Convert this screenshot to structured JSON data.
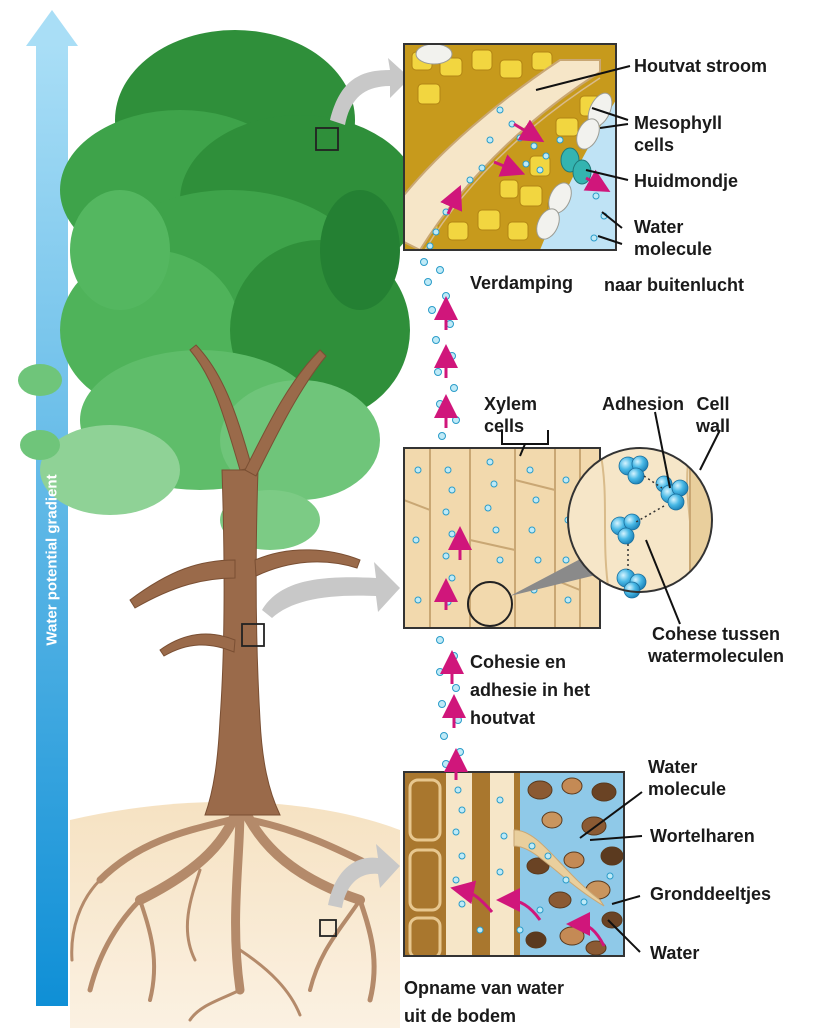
{
  "gradient": {
    "label": "Water potential gradient"
  },
  "leaf_panel": {
    "xylem_stream": "Houtvat stroom",
    "mesophyll": "Mesophyll\ncells",
    "stoma": "Huidmondje",
    "water_molecule": "Water\nmolecule",
    "caption_left": "Verdamping",
    "caption_right": "naar buitenlucht"
  },
  "stem_panel": {
    "xylem_cells": "Xylem\ncells",
    "adhesion": "Adhesion",
    "cell_wall": "Cell\nwall",
    "cohesion_between": "Cohese tussen\nwatermoleculen",
    "caption": "Cohesie en\nadhesie in het\nhoutvat"
  },
  "root_panel": {
    "water_molecule": "Water\nmolecule",
    "root_hairs": "Wortelharen",
    "soil_particles": "Gronddeeltjes",
    "water": "Water",
    "caption": "Opname van water\nuit de bodem"
  },
  "colors": {
    "gradient_top": "#8fd3f4",
    "gradient_bottom": "#0f8fd6",
    "foliage_dark": "#2f8f3a",
    "foliage_light": "#6fc57a",
    "trunk": "#9a6a4a",
    "arrow_magenta": "#d0167b",
    "water_dot": "#8fd8ee",
    "panel_wood": "#f2d9ad"
  }
}
